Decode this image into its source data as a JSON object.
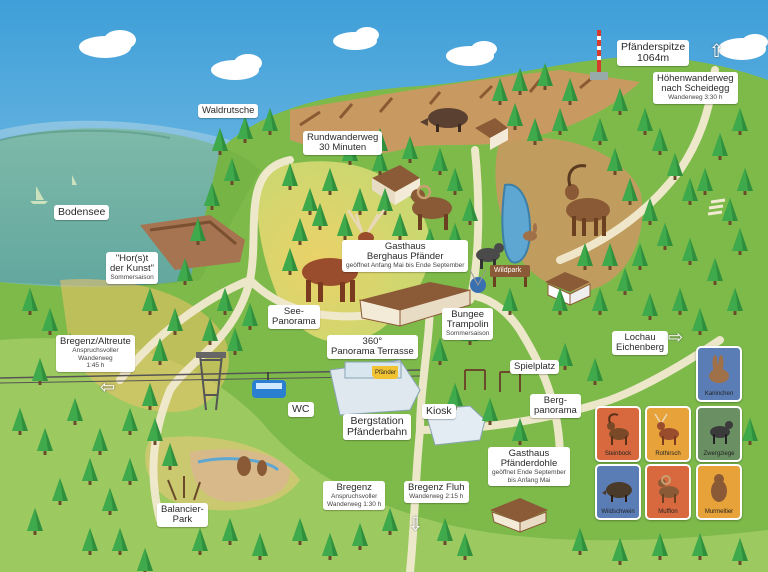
{
  "places": {
    "pfaenderspitze": "Pfänderspitze",
    "pfaenderspitze_height": "1064m",
    "hoehenwanderweg": "Höhenwanderweg",
    "hoehenwanderweg_dest": "nach Scheidegg",
    "hoehenwanderweg_sub": "Wanderweg 3:30 h",
    "waldrutsche": "Waldrutsche",
    "rundwanderweg": "Rundwanderweg",
    "rundwanderweg_time": "30 Minuten",
    "bodensee": "Bodensee",
    "horst_line1": "\"Hor(s)t",
    "horst_line2": "der Kunst\"",
    "horst_sub": "Sommersaison",
    "gasthaus_berghaus_line1": "Gasthaus",
    "gasthaus_berghaus_line2": "Berghaus Pfänder",
    "gasthaus_berghaus_sub": "geöffnet Anfang Mai bis Ende September",
    "wildpark": "Wildpark",
    "seepanorama_line1": "See-",
    "seepanorama_line2": "Panorama",
    "bungee_line1": "Bungee",
    "bungee_line2": "Trampolin",
    "bungee_sub": "Sommersaison",
    "bregenz_altreute": "Bregenz/Altreute",
    "bregenz_altreute_sub1": "Anspruchsvoller",
    "bregenz_altreute_sub2": "Wanderweg",
    "bregenz_altreute_sub3": "1:45 h",
    "panorama_line1": "360°",
    "panorama_line2": "Panorama Terrasse",
    "lochau_line1": "Lochau",
    "lochau_line2": "Eichenberg",
    "spielplatz": "Spielplatz",
    "bergpanorama_line1": "Berg-",
    "bergpanorama_line2": "panorama",
    "wc": "WC",
    "kiosk": "Kiosk",
    "bergstation_line1": "Bergstation",
    "bergstation_line2": "Pfänderbahn",
    "gasthaus_dohle_line1": "Gasthaus",
    "gasthaus_dohle_line2": "Pfänderdohle",
    "gasthaus_dohle_sub1": "geöffnet Ende September",
    "gasthaus_dohle_sub2": "bis Anfang Mai",
    "bregenz": "Bregenz",
    "bregenz_sub1": "Anspruchsvoller",
    "bregenz_sub2": "Wanderweg 1:30 h",
    "bregenz_fluh": "Bregenz Fluh",
    "bregenz_fluh_sub": "Wanderweg 2:15 h",
    "balancier_line1": "Balancier-",
    "balancier_line2": "Park",
    "station_sign": "Pfänder"
  },
  "legend": [
    {
      "name": "Kaninchen",
      "color": "#5b7db6",
      "icon": "rabbit-icon"
    },
    {
      "name": "Steinbock",
      "color": "#d8693f",
      "icon": "ibex-icon"
    },
    {
      "name": "Rothirsch",
      "color": "#e7a23a",
      "icon": "red-deer-icon"
    },
    {
      "name": "Zwergziege",
      "color": "#6a8f63",
      "icon": "dwarf-goat-icon"
    },
    {
      "name": "Wildschwein",
      "color": "#5b7db6",
      "icon": "wild-boar-icon"
    },
    {
      "name": "Mufflon",
      "color": "#d8693f",
      "icon": "mouflon-icon"
    },
    {
      "name": "Murmeltier",
      "color": "#e7a23a",
      "icon": "marmot-icon"
    }
  ]
}
